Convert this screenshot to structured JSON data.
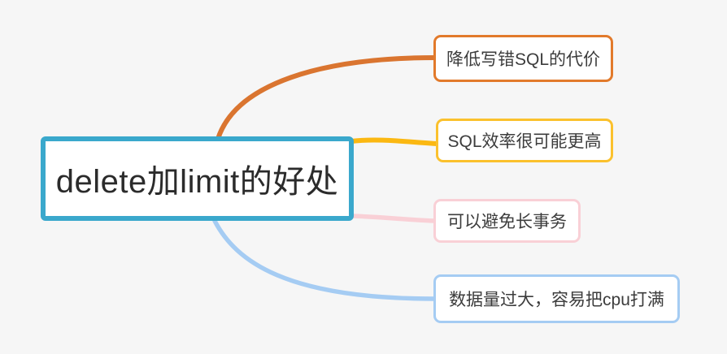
{
  "canvas": {
    "background": "#f6f6f6"
  },
  "root": {
    "label": "delete加limit的好处",
    "border_color": "#3aa8cc",
    "text_color": "#2b2b2b"
  },
  "branches": [
    {
      "label": "降低写错SQL的代价",
      "border_color": "#e27a2b",
      "connector_color": "#da7530"
    },
    {
      "label": "SQL效率很可能更高",
      "border_color": "#fbc12d",
      "connector_color": "#fbb812"
    },
    {
      "label": "可以避免长事务",
      "border_color": "#f9d0d6",
      "connector_color": "#f9d0d6"
    },
    {
      "label": "数据量过大，容易把cpu打满",
      "border_color": "#a5ccf3",
      "connector_color": "#a5ccf3"
    }
  ]
}
